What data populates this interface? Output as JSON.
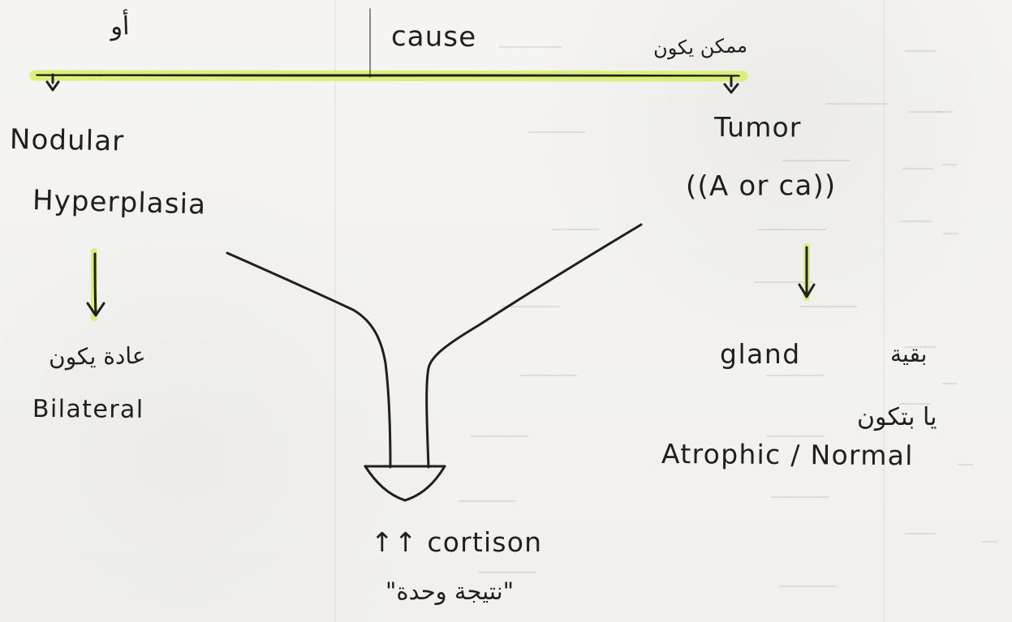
{
  "diagram": {
    "top_branch": {
      "cause_label": "cause",
      "left_connector_label": "أو",
      "right_connector_label": "ممكن يكون"
    },
    "left_branch": {
      "title_line_1": "Nodular",
      "title_line_2": "Hyperplasia",
      "note_arabic": "عادة يكون",
      "result_label": "Bilateral"
    },
    "right_branch": {
      "title": "Tumor",
      "subtitle": "((A or ca))",
      "gland_label": "gland",
      "remaining_arabic": "بقية",
      "either_arabic": "يا بتكون",
      "gland_state": "Atrophic / Normal"
    },
    "bottom_result": {
      "cortisol_label": "↑↑ cortison",
      "arabic_result": "\"نتيجة وحدة\""
    },
    "colors": {
      "ink": "#1f1f1f",
      "highlight": "#d7f070"
    }
  }
}
